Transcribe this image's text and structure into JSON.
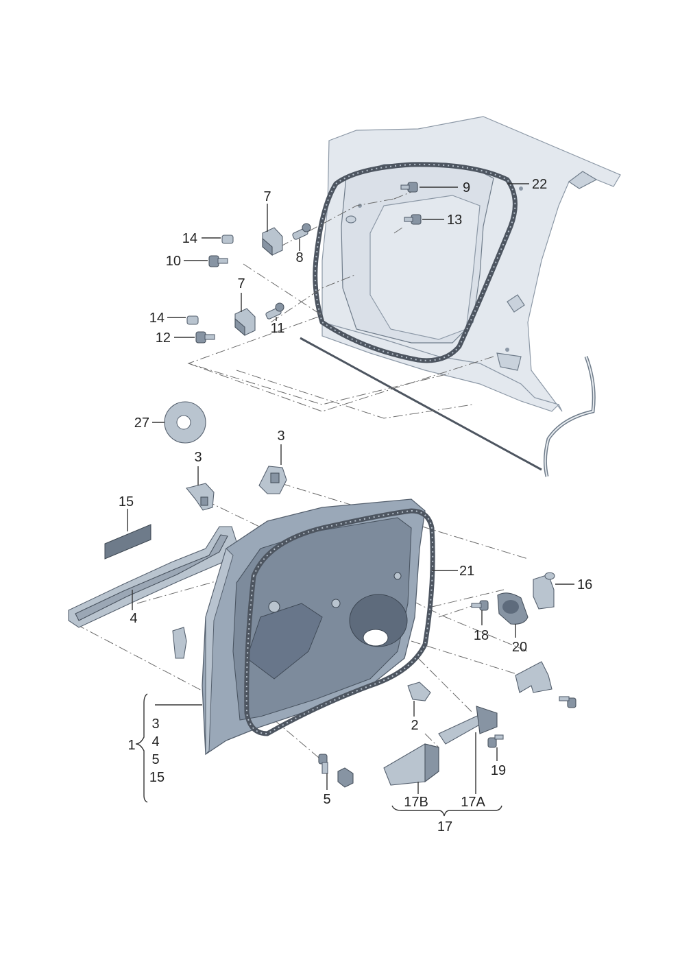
{
  "labels": {
    "p1": "1",
    "p1_sub_3": "3",
    "p1_sub_4": "4",
    "p1_sub_5": "5",
    "p1_sub_15": "15",
    "p2": "2",
    "p3_a": "3",
    "p3_b": "3",
    "p4": "4",
    "p5": "5",
    "p7_a": "7",
    "p7_b": "7",
    "p8": "8",
    "p9": "9",
    "p10": "10",
    "p11": "11",
    "p12": "12",
    "p13": "13",
    "p14_a": "14",
    "p14_b": "14",
    "p15": "15",
    "p16": "16",
    "p17": "17",
    "p17a": "17A",
    "p17b": "17B",
    "p18": "18",
    "p19": "19",
    "p20": "20",
    "p21": "21",
    "p22": "22",
    "p27": "27"
  }
}
